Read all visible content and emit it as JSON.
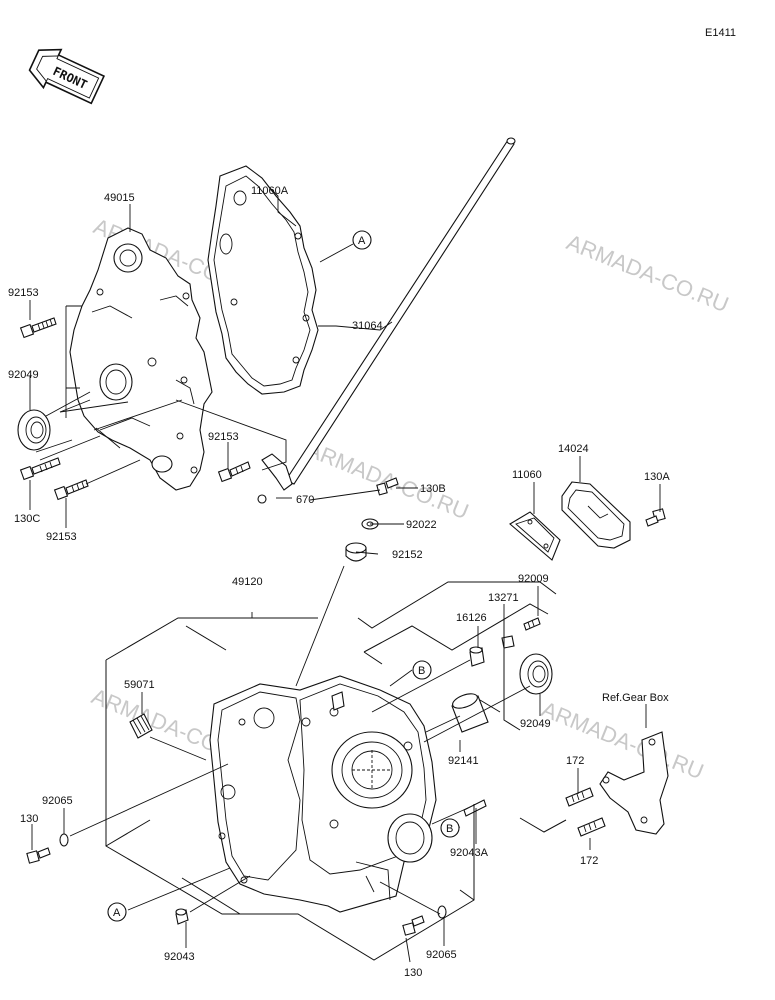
{
  "diagram": {
    "code": "E1411",
    "front_label": "FRONT",
    "watermark": "ARMADA-CO.RU",
    "ref_label": "Ref.Gear Box",
    "callouts": {
      "a": "A",
      "b": "B"
    },
    "part_numbers": {
      "p49015": "49015",
      "p11060a": "11060A",
      "p31064": "31064",
      "p92153_left": "92153",
      "p92049_top": "92049",
      "p92153_mid": "92153",
      "p130c": "130C",
      "p92153_bottom": "92153",
      "p670": "670",
      "p130b": "130B",
      "p92022": "92022",
      "p92152": "92152",
      "p11060": "11060",
      "p14024": "14024",
      "p130a": "130A",
      "p49120": "49120",
      "p92009": "92009",
      "p13271": "13271",
      "p16126": "16126",
      "p59071": "59071",
      "p92049_bottom": "92049",
      "p92141": "92141",
      "p92065_left": "92065",
      "p130_left": "130",
      "p172_top": "172",
      "p172_bottom": "172",
      "p92043a": "92043A",
      "p92043": "92043",
      "p92065_bottom": "92065",
      "p130_bottom": "130"
    }
  }
}
